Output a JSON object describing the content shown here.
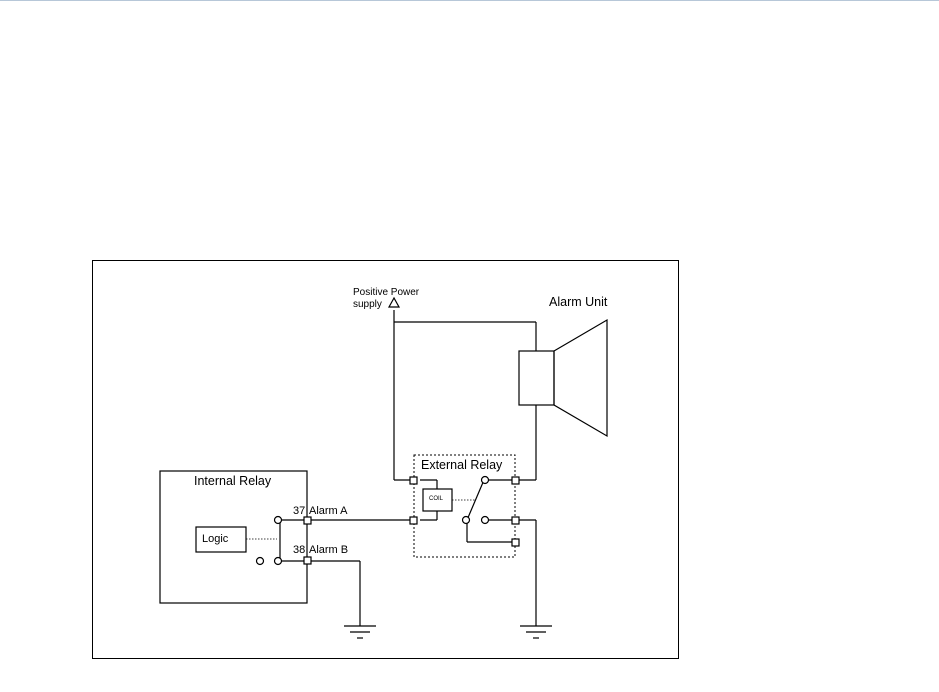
{
  "diagram": {
    "labels": {
      "positive_power_line1": "Positive Power",
      "positive_power_line2": "supply",
      "alarm_unit": "Alarm Unit",
      "external_relay": "External Relay",
      "internal_relay": "Internal Relay",
      "coil": "COIL",
      "logic": "Logic",
      "terminal_37": "37",
      "alarm_a": "Alarm A",
      "terminal_38": "38",
      "alarm_b": "Alarm B"
    }
  }
}
